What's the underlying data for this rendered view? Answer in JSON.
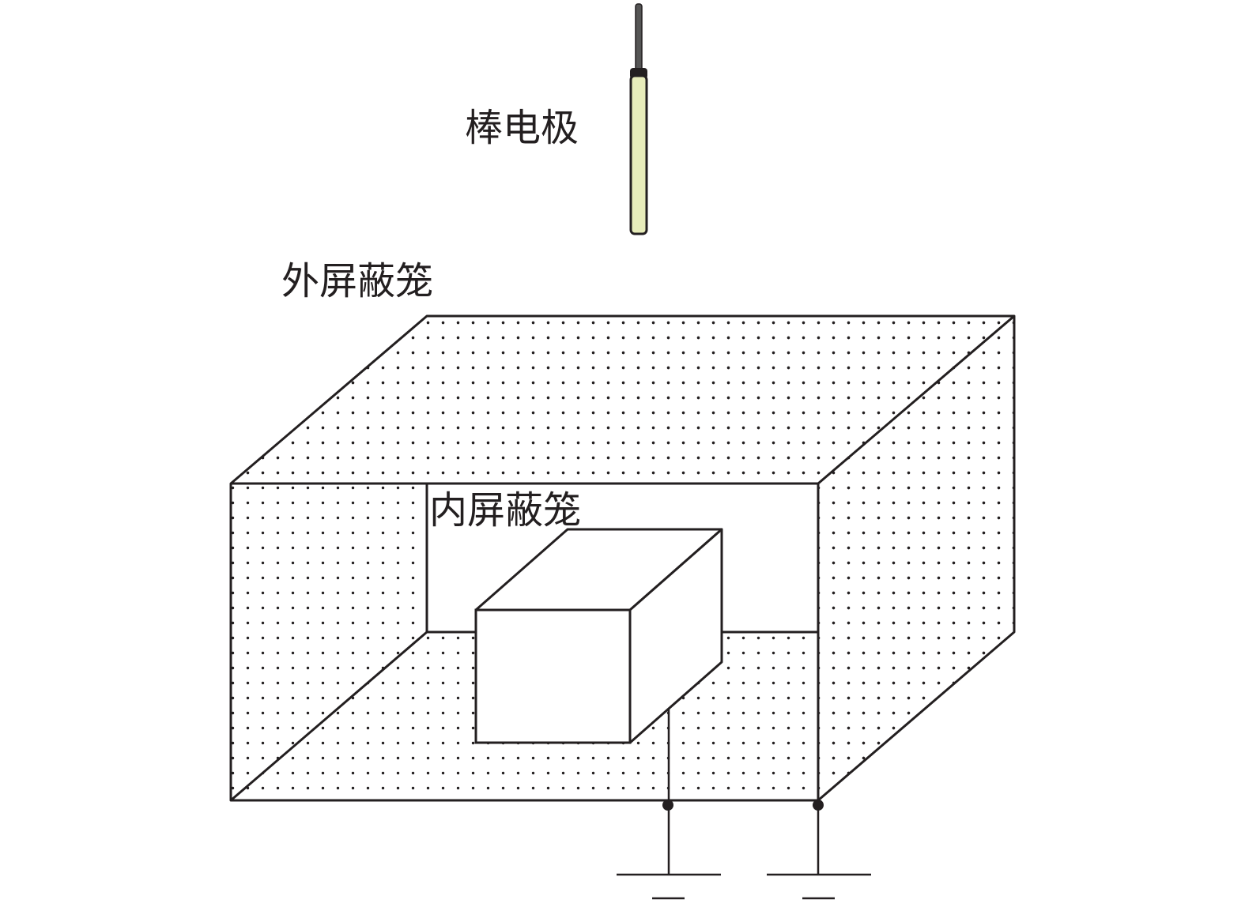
{
  "labels": {
    "rod_electrode": "棒电极",
    "outer_cage": "外屏蔽笼",
    "inner_cage": "内屏蔽笼"
  },
  "colors": {
    "line": "#231f20",
    "rod_fill": "#e7ecba",
    "dot": "#231f20",
    "background": "#ffffff"
  }
}
